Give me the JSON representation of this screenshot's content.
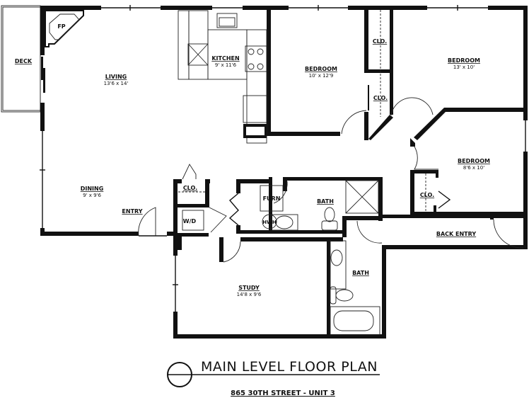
{
  "rooms": {
    "deck": {
      "label": "DECK"
    },
    "fireplace": {
      "label": "FP"
    },
    "living": {
      "label": "LIVING",
      "size": "13'6 x 14'"
    },
    "kitchen": {
      "label": "KITCHEN",
      "size": "9' x 11'6"
    },
    "bedroom1": {
      "label": "BEDROOM",
      "size": "10' x 12'9"
    },
    "bedroom2": {
      "label": "BEDROOM",
      "size": "13' x 10'"
    },
    "bedroom3": {
      "label": "BEDROOM",
      "size": "8'6 x 10'"
    },
    "closet1": {
      "label": "CLO."
    },
    "closet2": {
      "label": "CLO."
    },
    "closet3": {
      "label": "CLO."
    },
    "closet4": {
      "label": "CLO."
    },
    "dining": {
      "label": "DINING",
      "size": "9' x 9'6"
    },
    "entry": {
      "label": "ENTRY"
    },
    "washer_dryer": {
      "label": "W/D"
    },
    "furnace": {
      "label": "FURN"
    },
    "water_heater": {
      "label": "HWH"
    },
    "bath1": {
      "label": "BATH"
    },
    "bath2": {
      "label": "BATH"
    },
    "back_entry": {
      "label": "BACK ENTRY"
    },
    "study": {
      "label": "STUDY",
      "size": "14'8 x 9'6"
    }
  },
  "title": "MAIN LEVEL FLOOR PLAN",
  "subtitle": "865 30TH STREET - UNIT 3"
}
